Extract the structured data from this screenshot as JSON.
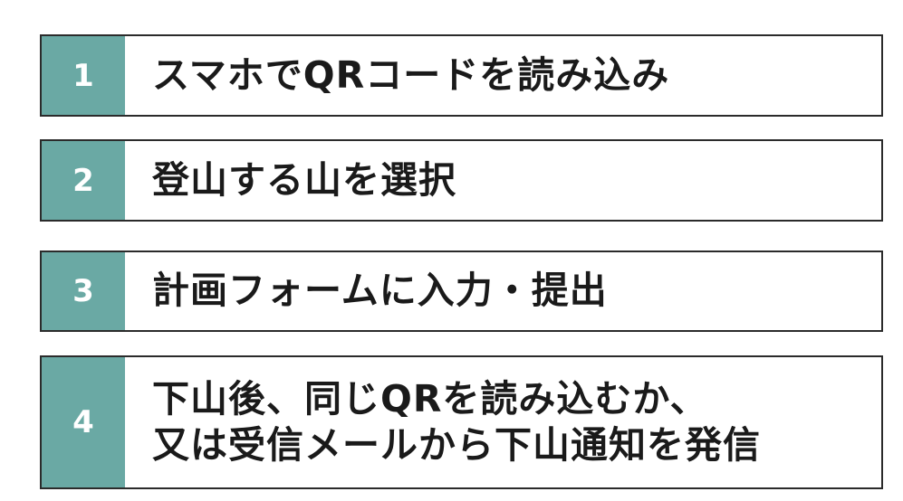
{
  "colors": {
    "number_bg": "#6aa9a4",
    "border": "#2b2b2b",
    "text": "#1a1a1a"
  },
  "steps": [
    {
      "number": "1",
      "lines": [
        "スマホでQRコードを読み込み"
      ]
    },
    {
      "number": "2",
      "lines": [
        "登山する山を選択"
      ]
    },
    {
      "number": "3",
      "lines": [
        "計画フォームに入力・提出"
      ]
    },
    {
      "number": "4",
      "lines": [
        "下山後、同じQRを読み込むか、",
        "又は受信メールから下山通知を発信"
      ]
    }
  ]
}
